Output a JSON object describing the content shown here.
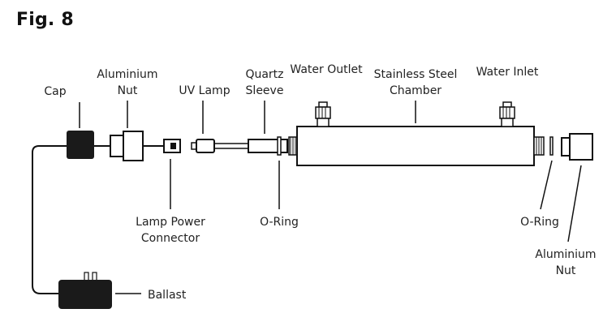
{
  "figure": {
    "title": "Fig. 8"
  },
  "labels": {
    "cap": "Cap",
    "aluminium_nut_left_1": "Aluminium",
    "aluminium_nut_left_2": "Nut",
    "uv_lamp": "UV Lamp",
    "quartz_sleeve_1": "Quartz",
    "quartz_sleeve_2": "Sleeve",
    "water_outlet": "Water Outlet",
    "chamber_1": "Stainless Steel",
    "chamber_2": "Chamber",
    "water_inlet": "Water Inlet",
    "lamp_power_connector_1": "Lamp Power",
    "lamp_power_connector_2": "Connector",
    "o_ring_left": "O-Ring",
    "o_ring_right": "O-Ring",
    "aluminium_nut_right_1": "Aluminium",
    "aluminium_nut_right_2": "Nut",
    "ballast": "Ballast"
  },
  "colors": {
    "stroke": "#111111",
    "fill_dark": "#1a1a1a",
    "fill_light": "#ffffff",
    "text": "#222222"
  }
}
